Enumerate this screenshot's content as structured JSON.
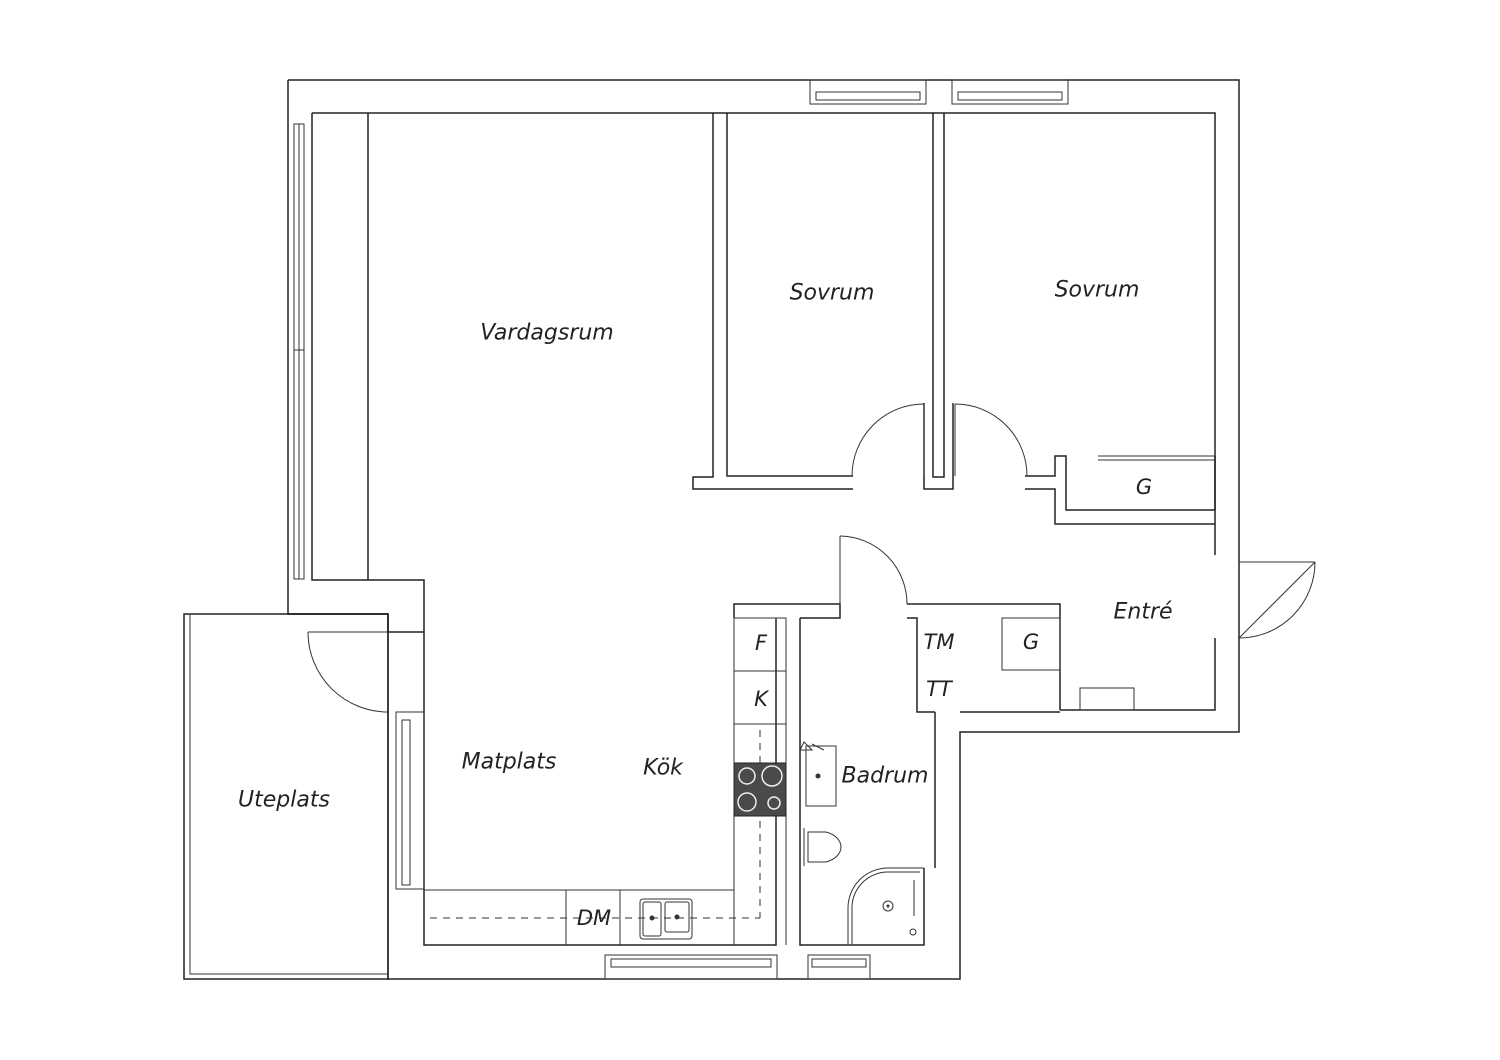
{
  "rooms": {
    "vardagsrum": "Vardagsrum",
    "sovrum_1": "Sovrum",
    "sovrum_2": "Sovrum",
    "entre": "Entré",
    "matplats": "Matplats",
    "kok": "Kök",
    "badrum": "Badrum",
    "uteplats": "Uteplats"
  },
  "fixtures": {
    "wardrobe_bedroom": "G",
    "wardrobe_entry": "G",
    "fridge": "F",
    "freezer": "K",
    "washer": "TM",
    "dryer": "TT",
    "dishwasher": "DM"
  },
  "colors": {
    "line": "#222222",
    "stove": "#4a4a4a"
  }
}
